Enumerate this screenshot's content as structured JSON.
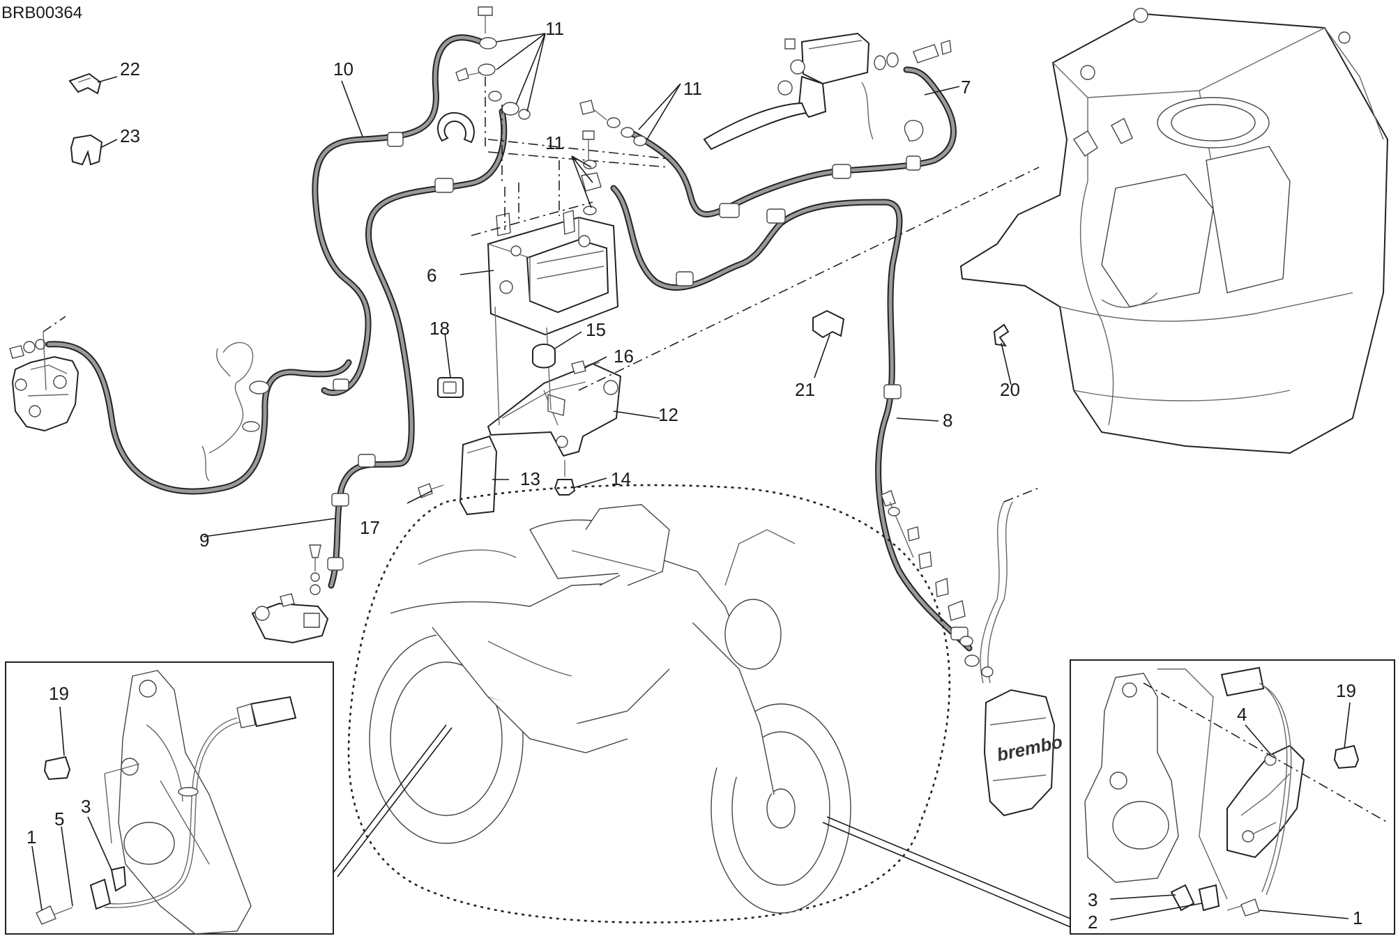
{
  "diagram_code": "BRB00364",
  "callouts": [
    {
      "id": "c1",
      "label": "1"
    },
    {
      "id": "c1b",
      "label": "1"
    },
    {
      "id": "c2",
      "label": "2"
    },
    {
      "id": "c3",
      "label": "3"
    },
    {
      "id": "c3b",
      "label": "3"
    },
    {
      "id": "c4",
      "label": "4"
    },
    {
      "id": "c5",
      "label": "5"
    },
    {
      "id": "c6",
      "label": "6"
    },
    {
      "id": "c7",
      "label": "7"
    },
    {
      "id": "c8",
      "label": "8"
    },
    {
      "id": "c9",
      "label": "9"
    },
    {
      "id": "c10",
      "label": "10"
    },
    {
      "id": "c11a",
      "label": "11"
    },
    {
      "id": "c11b",
      "label": "11"
    },
    {
      "id": "c11c",
      "label": "11"
    },
    {
      "id": "c12",
      "label": "12"
    },
    {
      "id": "c13",
      "label": "13"
    },
    {
      "id": "c14",
      "label": "14"
    },
    {
      "id": "c15",
      "label": "15"
    },
    {
      "id": "c16",
      "label": "16"
    },
    {
      "id": "c17",
      "label": "17"
    },
    {
      "id": "c18",
      "label": "18"
    },
    {
      "id": "c19",
      "label": "19"
    },
    {
      "id": "c19b",
      "label": "19"
    },
    {
      "id": "c20",
      "label": "20"
    },
    {
      "id": "c21",
      "label": "21"
    },
    {
      "id": "c22",
      "label": "22"
    },
    {
      "id": "c23",
      "label": "23"
    }
  ],
  "caliper_brand": "brembo"
}
